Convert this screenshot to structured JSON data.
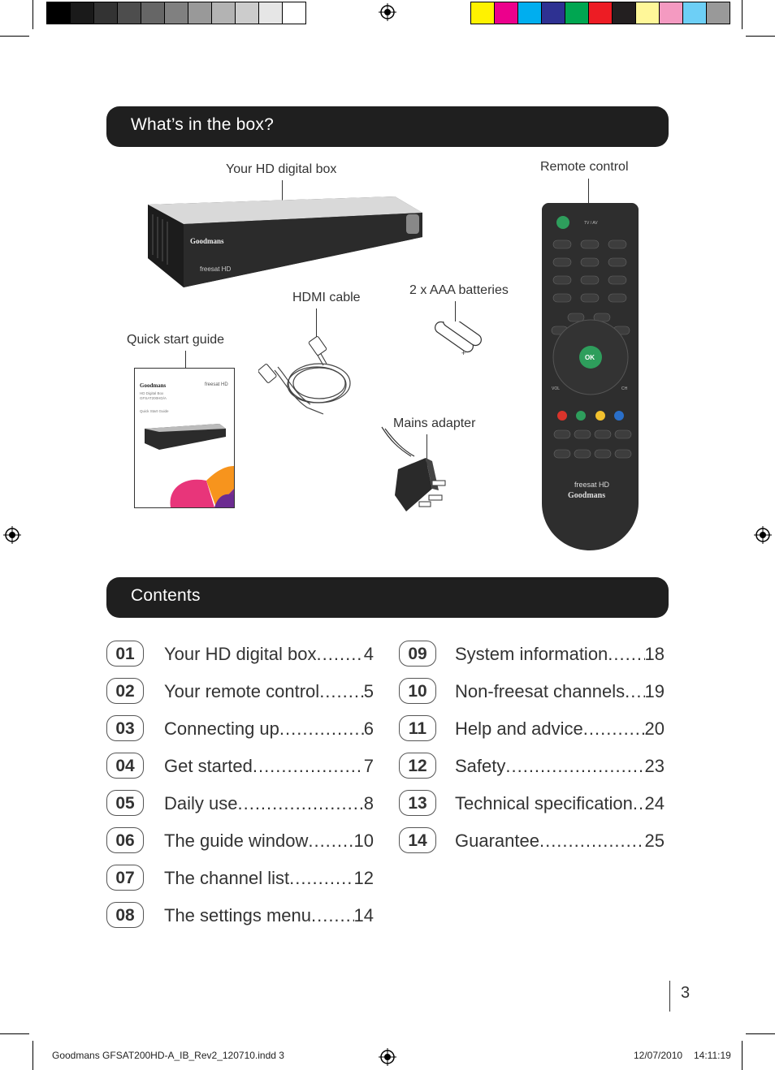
{
  "header": {
    "grey_swatches": [
      "#000000",
      "#1a1a1a",
      "#333333",
      "#4d4d4d",
      "#666666",
      "#808080",
      "#999999",
      "#b3b3b3",
      "#cccccc",
      "#e6e6e6",
      "#ffffff"
    ],
    "color_swatches": [
      "#fff200",
      "#ec008c",
      "#00aeef",
      "#2e3192",
      "#00a651",
      "#ed1c24",
      "#231f20",
      "#fff799",
      "#f49ac1",
      "#6dcff6",
      "#999999"
    ]
  },
  "box_section": {
    "title": "What’s in the box?",
    "labels": {
      "hd_box": "Your HD digital box",
      "remote": "Remote control",
      "hdmi": "HDMI cable",
      "batteries": "2 x AAA batteries",
      "guide": "Quick start guide",
      "adapter": "Mains adapter"
    },
    "hd_box_brand": "Goodmans",
    "hd_box_logo": "freesat HD",
    "guide_brand": "Goodmans",
    "guide_logo": "freesat HD",
    "guide_line1": "HD Digital Box",
    "guide_line2": "GFSAT200HD/A",
    "guide_line3": "Quick Start Guide",
    "remote_brand": "Goodmans",
    "remote_logo": "freesat HD"
  },
  "contents": {
    "title": "Contents",
    "left": [
      {
        "num": "01",
        "title": "Your HD digital box",
        "page": "4"
      },
      {
        "num": "02",
        "title": "Your remote control",
        "page": "5"
      },
      {
        "num": "03",
        "title": "Connecting up",
        "page": "6"
      },
      {
        "num": "04",
        "title": "Get started",
        "page": "7"
      },
      {
        "num": "05",
        "title": "Daily use",
        "page": "8"
      },
      {
        "num": "06",
        "title": "The guide window",
        "page": "10"
      },
      {
        "num": "07",
        "title": "The channel list",
        "page": "12"
      },
      {
        "num": "08",
        "title": "The settings menu",
        "page": "14"
      }
    ],
    "right": [
      {
        "num": "09",
        "title": "System information",
        "page": "18"
      },
      {
        "num": "10",
        "title": "Non-freesat channels",
        "page": "19"
      },
      {
        "num": "11",
        "title": "Help and advice",
        "page": "20"
      },
      {
        "num": "12",
        "title": "Safety",
        "page": "23"
      },
      {
        "num": "13",
        "title": "Technical specification",
        "page": "24"
      },
      {
        "num": "14",
        "title": "Guarantee",
        "page": "25"
      }
    ]
  },
  "page_number": "3",
  "footer": {
    "file": "Goodmans GFSAT200HD-A_IB_Rev2_120710.indd   3",
    "date": "12/07/2010",
    "time": "14:11:19"
  }
}
